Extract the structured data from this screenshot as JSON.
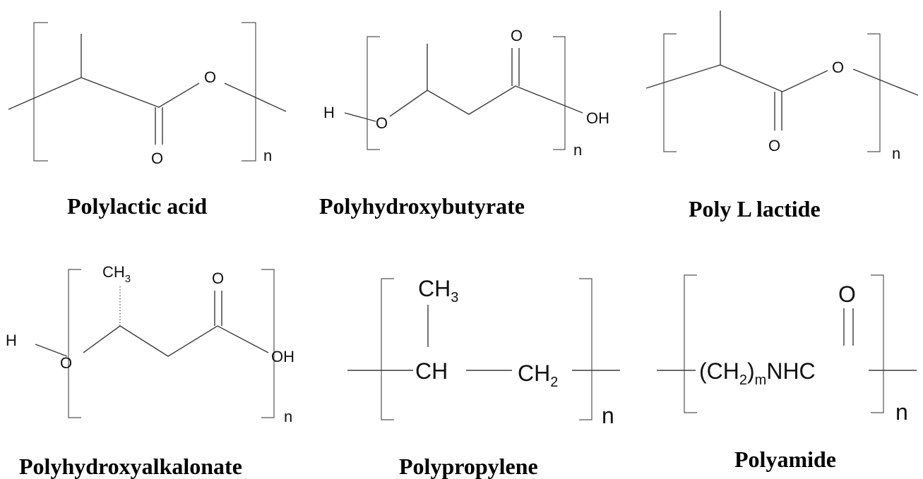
{
  "structures": [
    {
      "name": "Polylactic acid",
      "atoms": {
        "o_ester": "O",
        "o_carbonyl": "O"
      },
      "repeat": "n"
    },
    {
      "name": "Polyhydroxybutyrate",
      "atoms": {
        "h": "H",
        "o_ether": "O",
        "o_carbonyl": "O",
        "oh": "OH"
      },
      "repeat": "n"
    },
    {
      "name": "Poly L lactide",
      "atoms": {
        "o_ester": "O",
        "o_carbonyl": "O"
      },
      "repeat": "n"
    },
    {
      "name": "Polyhydroxyalkalonate",
      "atoms": {
        "ch3_main": "CH",
        "ch3_sub": "3",
        "h": "H",
        "o_ether": "O",
        "o_carbonyl": "O",
        "oh": "OH"
      },
      "repeat": "n"
    },
    {
      "name": "Polypropylene",
      "atoms": {
        "ch3_main": "CH",
        "ch3_sub": "3",
        "ch": "CH",
        "ch2_main": "CH",
        "ch2_sub": "2"
      },
      "repeat": "n"
    },
    {
      "name": "Polyamide",
      "atoms": {
        "o_carbonyl": "O",
        "chain_open": "(CH",
        "chain_sub1": "2",
        "chain_close": ")",
        "chain_sub2": "m",
        "chain_tail": "NHC"
      },
      "repeat": "n"
    }
  ]
}
